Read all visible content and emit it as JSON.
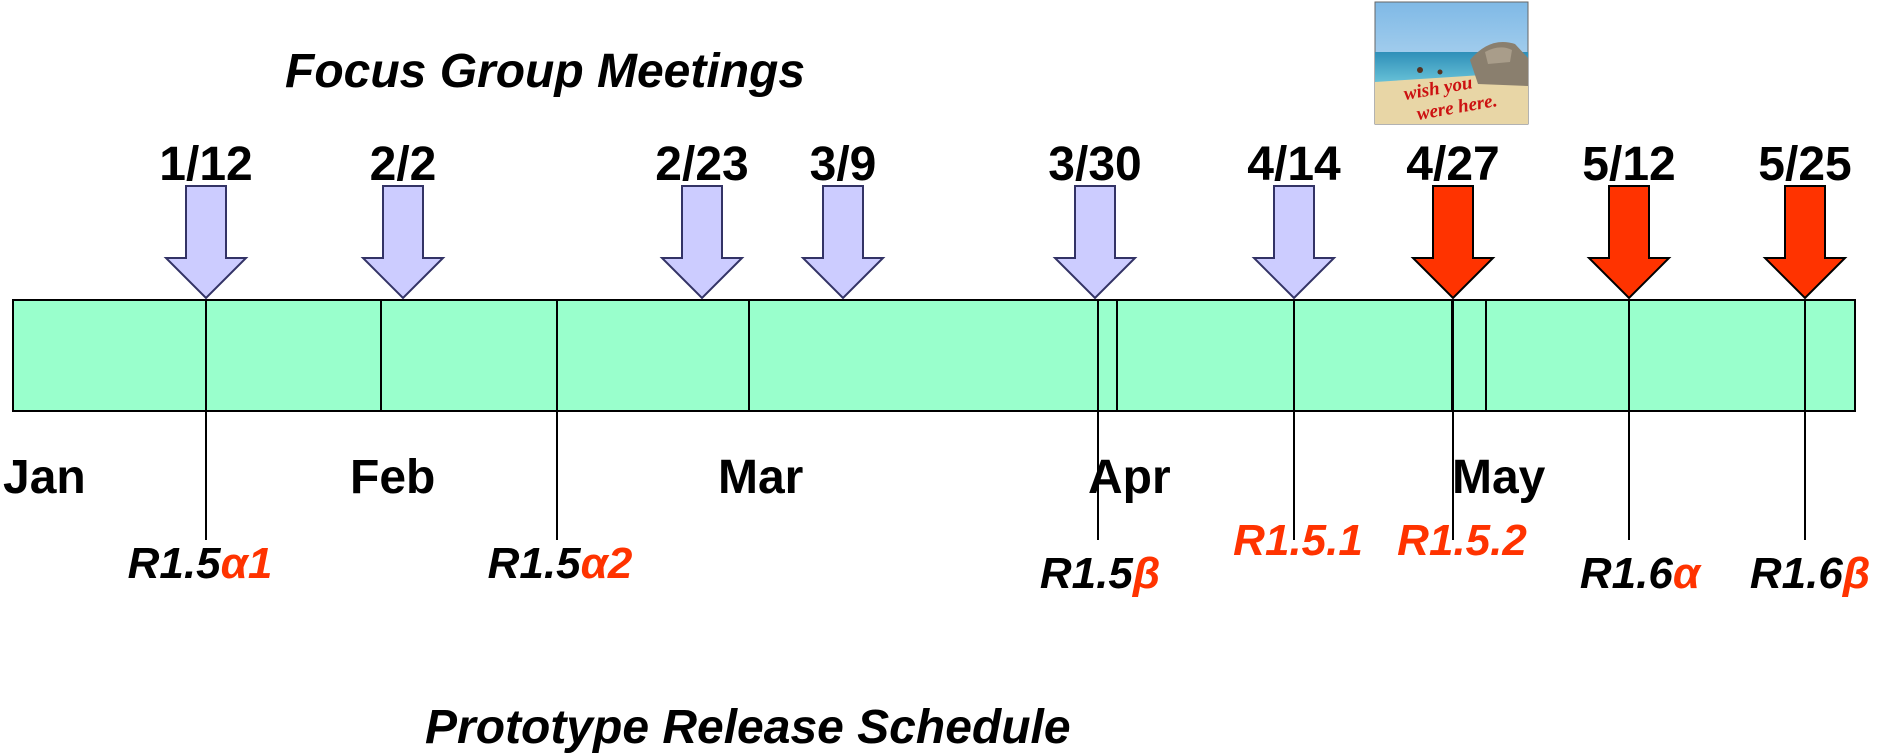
{
  "titles": {
    "top": "Focus Group Meetings",
    "bottom": "Prototype Release Schedule"
  },
  "colors": {
    "timeline_fill": "#99ffcc",
    "past_meeting_arrow": "#ccccff",
    "upcoming_meeting_arrow": "#ff3300",
    "release_accent": "#ff3300"
  },
  "months": [
    "Jan",
    "Feb",
    "Mar",
    "Apr",
    "May"
  ],
  "meetings": [
    {
      "date": "1/12",
      "status": "past"
    },
    {
      "date": "2/2",
      "status": "past"
    },
    {
      "date": "2/23",
      "status": "past"
    },
    {
      "date": "3/9",
      "status": "past"
    },
    {
      "date": "3/30",
      "status": "past"
    },
    {
      "date": "4/14",
      "status": "past"
    },
    {
      "date": "4/27",
      "status": "upcoming"
    },
    {
      "date": "5/12",
      "status": "upcoming"
    },
    {
      "date": "5/25",
      "status": "upcoming"
    }
  ],
  "releases": [
    {
      "prefix": "R1.5",
      "suffix": "α1",
      "accent_suffix": true
    },
    {
      "prefix": "R1.5",
      "suffix": "α2",
      "accent_suffix": true
    },
    {
      "prefix": "R1.5",
      "suffix": "β",
      "accent_suffix": true
    },
    {
      "prefix": "R1.5.1",
      "suffix": "",
      "accent_all": true
    },
    {
      "prefix": "R1.5.2",
      "suffix": "",
      "accent_all": true
    },
    {
      "prefix": "R1.6",
      "suffix": "α",
      "accent_suffix": true
    },
    {
      "prefix": "R1.6",
      "suffix": "β",
      "accent_suffix": true
    }
  ],
  "postcard": {
    "caption_line1": "wish you",
    "caption_line2": "were here."
  }
}
